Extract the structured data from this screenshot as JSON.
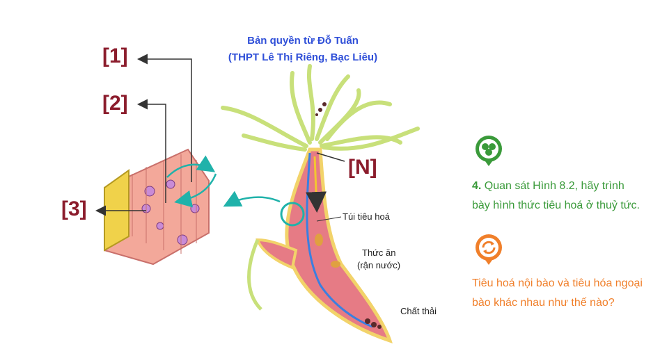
{
  "credit": {
    "line1": "Bản quyền từ Đỗ Tuấn",
    "line2": "(THPT Lê Thị Riêng, Bạc Liêu)"
  },
  "labels": {
    "l1": "[1]",
    "l2": "[2]",
    "l3": "[3]",
    "n": "[N]",
    "tui": "Túi tiêu hoá",
    "thucan1": "Thức ăn",
    "thucan2": "(rận nước)",
    "chatthai": "Chất thải"
  },
  "questions": {
    "q4_number": "4.",
    "q4_text_a": "Quan sát Hình 8.2, hãy trình",
    "q4_text_b": "bày hình thức tiêu hoá ở thuỷ tức.",
    "q5_line1": "Tiêu hoá nội bào và tiêu hóa ngoại",
    "q5_line2": "bào khác nhau như thế nào?"
  },
  "colors": {
    "credit": "#2f4fd8",
    "bracket": "#8b1c2c",
    "green": "#3a9a3a",
    "orange": "#f07f2a"
  },
  "icons": {
    "green_badge": "clover-icon",
    "orange_badge": "refresh-icon"
  }
}
